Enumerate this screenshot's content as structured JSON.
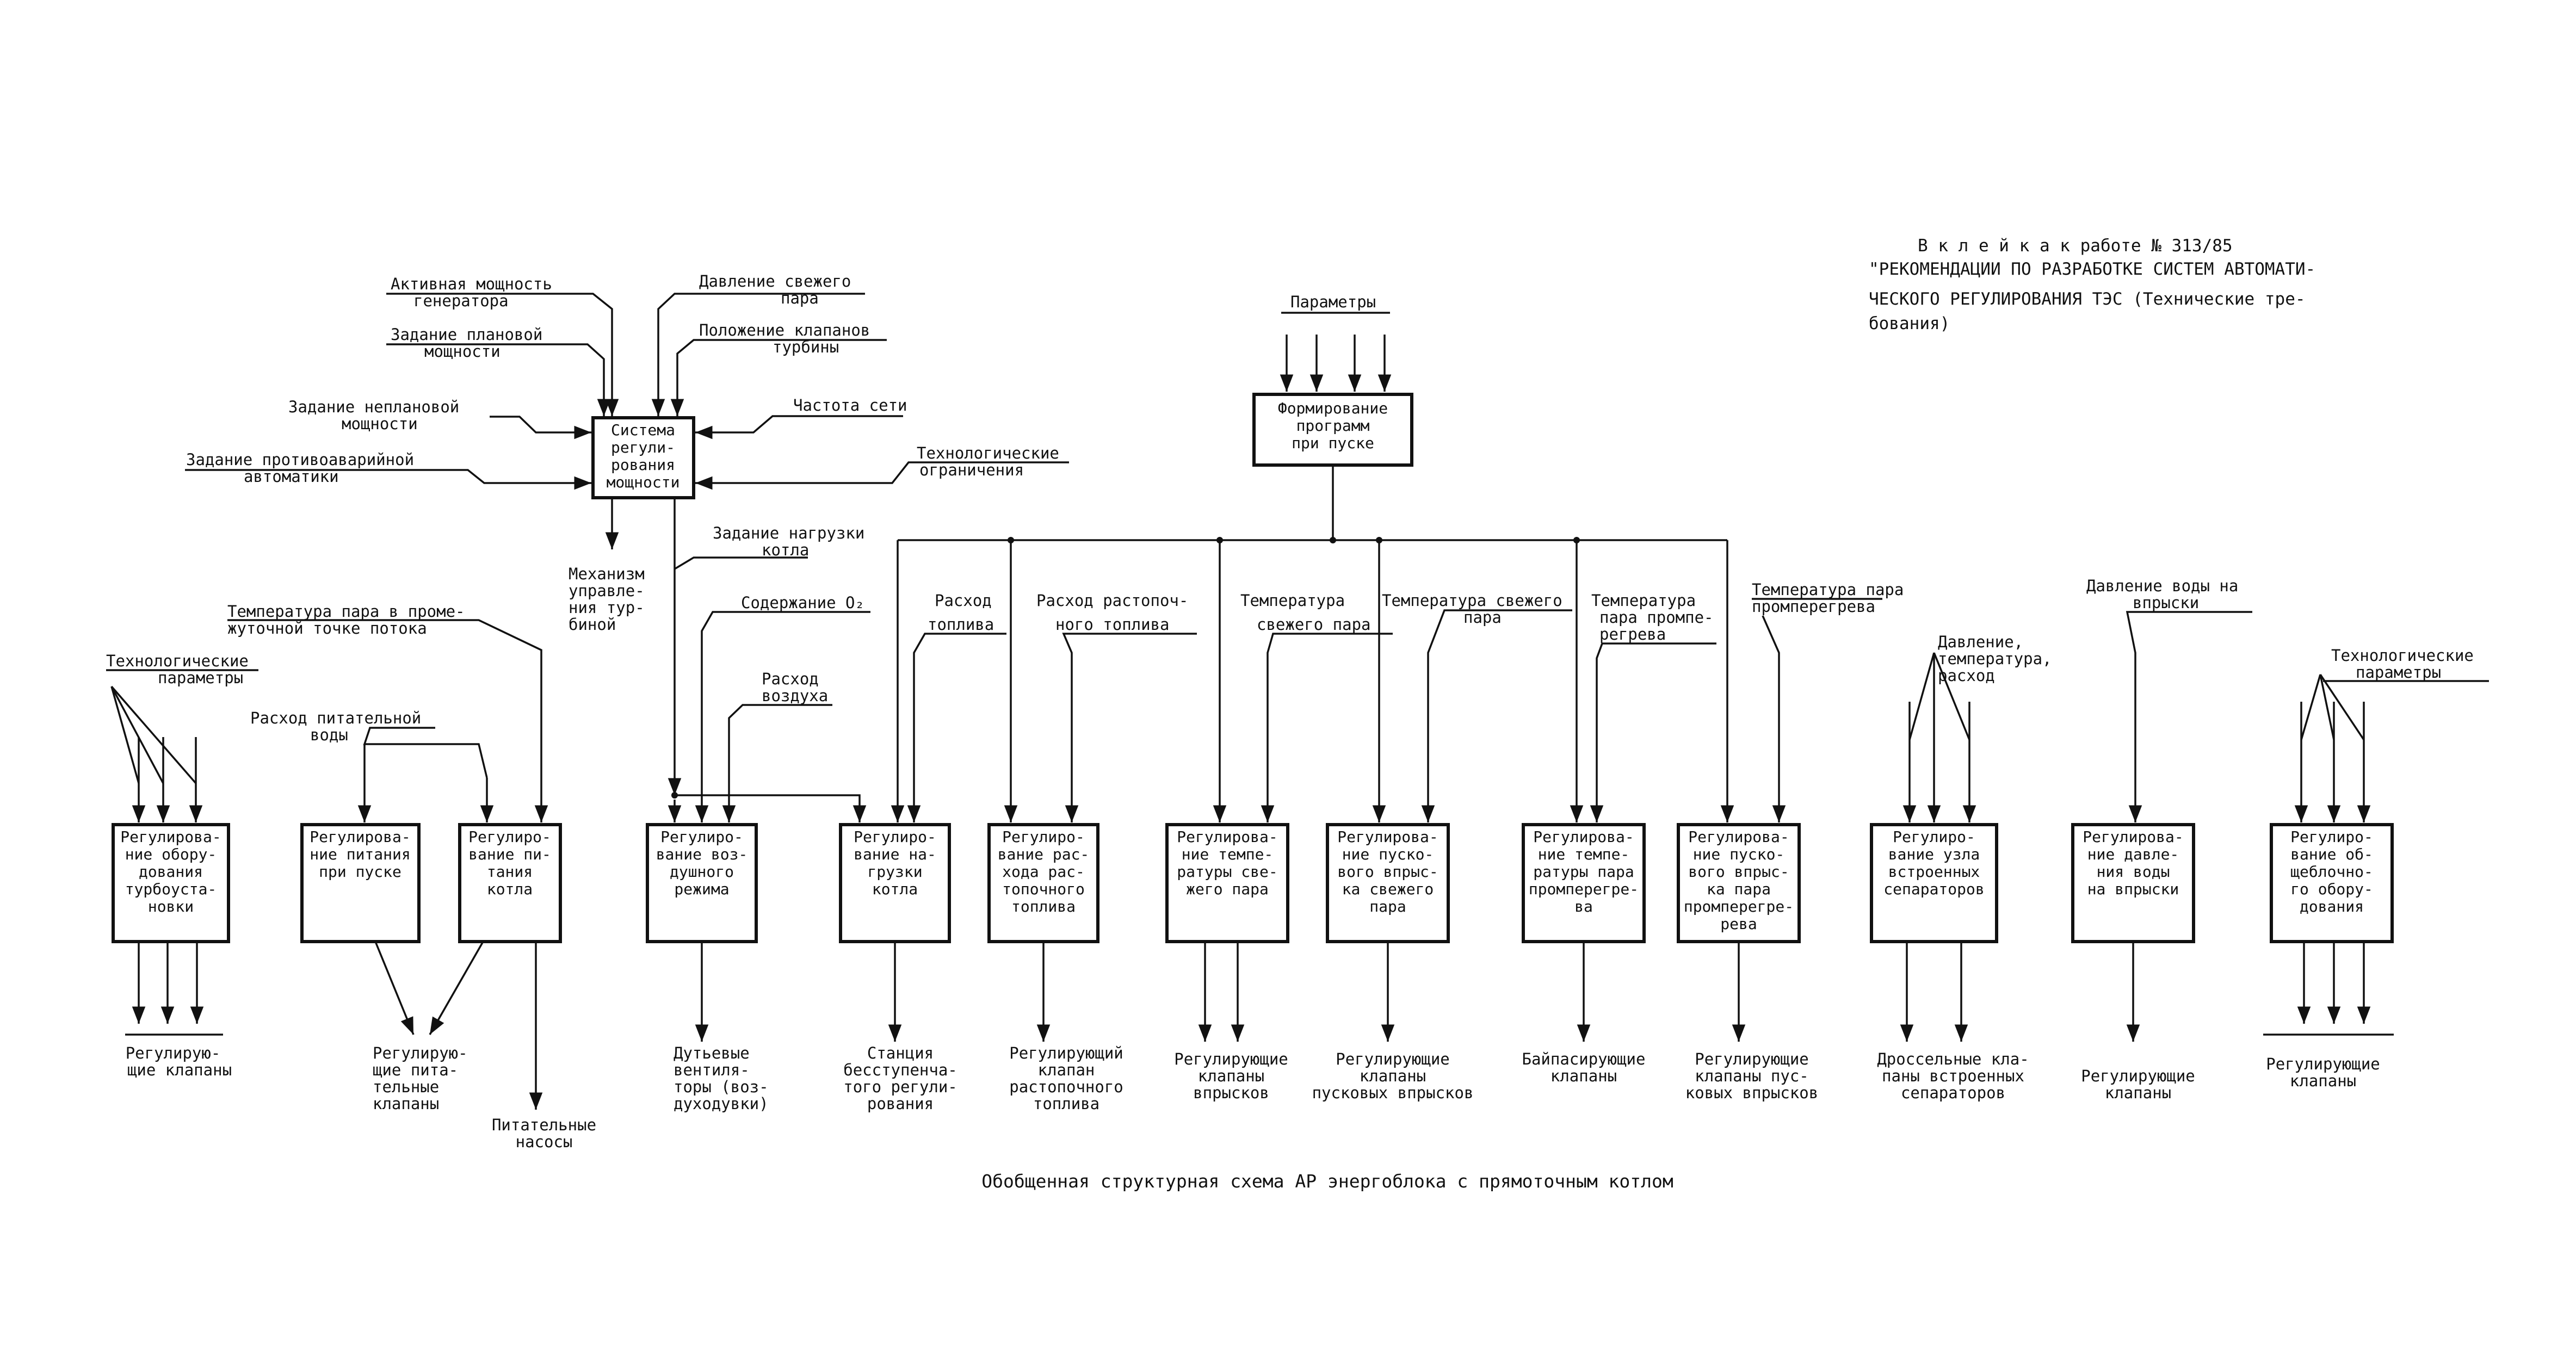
{
  "header": {
    "lines": [
      "В к л е й к а  к работе № 313/85",
      "\"РЕКОМЕНДАЦИИ ПО РАЗРАБОТКЕ СИСТЕМ АВТОМАТИ-",
      "ЧЕСКОГО РЕГУЛИРОВАНИЯ ТЭС (Технические тре-",
      "бования)"
    ]
  },
  "caption": "Обобщенная структурная схема АР энергоблока с прямоточным котлом",
  "power_system": {
    "box": [
      "Система",
      "регули-",
      "рования",
      "мощности"
    ],
    "inputs": {
      "active_power": [
        "Активная мощность",
        "генератора"
      ],
      "fresh_steam_pressure": [
        "Давление свежего",
        "пара"
      ],
      "planned_power": [
        "Задание плановой",
        "мощности"
      ],
      "valve_position": [
        "Положение клапанов",
        "турбины"
      ],
      "unplanned_power": [
        "Задание неплановой",
        "мощности"
      ],
      "grid_frequency": [
        "Частота сети"
      ],
      "emergency_automation": [
        "Задание противоаварийной",
        "автоматики"
      ],
      "tech_limits": [
        "Технологические",
        "ограничения"
      ]
    },
    "outputs": {
      "turbine_mechanism": [
        "Механизм",
        "управле-",
        "ния тур-",
        "биной"
      ],
      "boiler_load_task": [
        "Задание нагрузки",
        "котла"
      ]
    }
  },
  "program_block": {
    "box": [
      "Формирование",
      "программ",
      "при пуске"
    ],
    "params": [
      "Параметры"
    ]
  },
  "labels": {
    "steam_temp_intermediate": [
      "Температура пара в проме-",
      "жуточной точке потока"
    ],
    "tech_params_left": [
      "Технологические",
      "параметры"
    ],
    "feed_water_flow": [
      "Расход питательной",
      "воды"
    ],
    "o2_content": [
      "Содержание O₂"
    ],
    "air_flow": [
      "Расход",
      "воздуха"
    ],
    "fuel_flow": [
      "Расход",
      "топлива"
    ],
    "ignition_fuel_flow": [
      "Расход растопоч-",
      "ного топлива"
    ],
    "fresh_steam_temp": [
      "Температура",
      "свежего пара"
    ],
    "fresh_steam_temp2": [
      "Температура свежего",
      "пара"
    ],
    "reheat_temp": [
      "Температура",
      "пара промпе-",
      "регрева"
    ],
    "reheat_temp2": [
      "Температура пара",
      "промперегрева"
    ],
    "injection_water_pressure": [
      "Давление воды на",
      "впрыски"
    ],
    "ptr": [
      "Давление,",
      "температура,",
      "расход"
    ],
    "tech_params_right": [
      "Технологические",
      "параметры"
    ]
  },
  "boxes": {
    "b1": [
      "Регулирова-",
      "ние обору-",
      "дования",
      "турбоуста-",
      "новки"
    ],
    "b2": [
      "Регулирова-",
      "ние питания",
      "при пуске"
    ],
    "b3": [
      "Регулиро-",
      "вание пи-",
      "тания",
      "котла"
    ],
    "b4": [
      "Регулиро-",
      "вание воз-",
      "душного",
      "режима"
    ],
    "b5": [
      "Регулиро-",
      "вание на-",
      "грузки",
      "котла"
    ],
    "b6": [
      "Регулиро-",
      "вание рас-",
      "хода рас-",
      "топочного",
      "топлива"
    ],
    "b7": [
      "Регулирова-",
      "ние темпе-",
      "ратуры све-",
      "жего пара"
    ],
    "b8": [
      "Регулирова-",
      "ние пуско-",
      "вого впрыс-",
      "ка свежего",
      "пара"
    ],
    "b9": [
      "Регулирова-",
      "ние темпе-",
      "ратуры пара",
      "промперегре-",
      "ва"
    ],
    "b10": [
      "Регулирова-",
      "ние пуско-",
      "вого впрыс-",
      "ка пара",
      "промперегре-",
      "рева"
    ],
    "b11": [
      "Регулиро-",
      "вание узла",
      "встроенных",
      "сепараторов"
    ],
    "b12": [
      "Регулирова-",
      "ние давле-",
      "ния воды",
      "на впрыски"
    ],
    "b13": [
      "Регулиро-",
      "вание об-",
      "щеблочно-",
      "го обору-",
      "дования"
    ]
  },
  "outputs": {
    "o1": [
      "Регулирую-",
      "щие клапаны"
    ],
    "o2": [
      "Регулирую-",
      "щие пита-",
      "тельные",
      "клапаны"
    ],
    "o3": [
      "Питательные",
      "насосы"
    ],
    "o4": [
      "Дутьевые",
      "вентиля-",
      "торы (воз-",
      "духодувки)"
    ],
    "o5": [
      "Станция",
      "бесступенча-",
      "того регули-",
      "рования"
    ],
    "o6": [
      "Регулирующий",
      "клапан",
      "растопочного",
      "топлива"
    ],
    "o7": [
      "Регулирующие",
      "клапаны",
      "впрысков"
    ],
    "o8": [
      "Регулирующие",
      "клапаны",
      "пусковых впрысков"
    ],
    "o9": [
      "Байпасирующие",
      "клапаны"
    ],
    "o10": [
      "Регулирующие",
      "клапаны пус-",
      "ковых впрысков"
    ],
    "o11": [
      "Дроссельные кла-",
      "паны встроенных",
      "сепараторов"
    ],
    "o12": [
      "Регулирующие",
      "клапаны"
    ],
    "o13": [
      "Регулирующие",
      "клапаны"
    ]
  }
}
